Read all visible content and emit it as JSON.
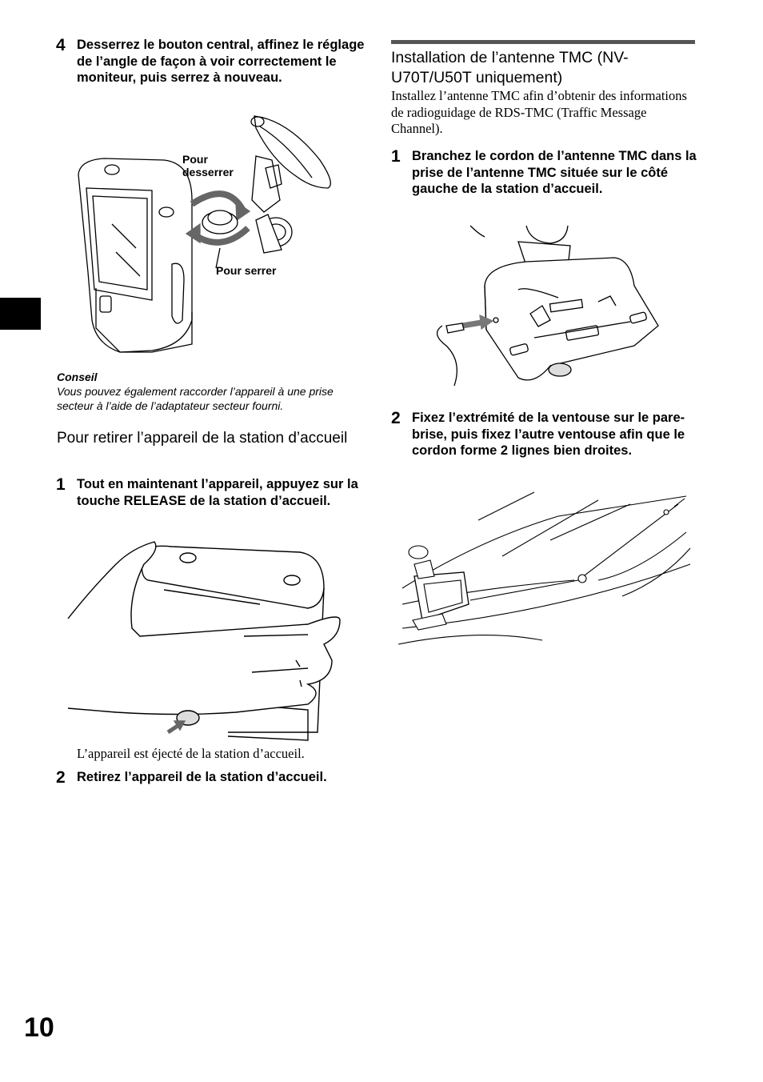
{
  "left": {
    "step4": {
      "num": "4",
      "text": "Desserrez le bouton central, affinez le réglage de l’angle de façon à voir correctement le moniteur, puis serrez à nouveau."
    },
    "fig1": {
      "label_loosen": "Pour desserrer",
      "label_loosen_1": "Pour",
      "label_loosen_2": "desserrer",
      "label_tighten": "Pour serrer"
    },
    "tip": {
      "title": "Conseil",
      "text": "Vous pouvez également raccorder l’appareil à une prise secteur à l’aide de l’adaptateur secteur fourni."
    },
    "section": {
      "title": "Pour retirer l’appareil de la station d’accueil"
    },
    "step1": {
      "num": "1",
      "text": "Tout en maintenant l’appareil, appuyez sur la touche RELEASE de la station d’accueil."
    },
    "result": "L’appareil est éjecté de la station d’accueil.",
    "step2": {
      "num": "2",
      "text": "Retirez l’appareil de la station d’accueil."
    }
  },
  "right": {
    "section": {
      "title": "Installation de l’antenne TMC (NV-U70T/U50T uniquement)"
    },
    "intro": "Installez l’antenne TMC afin d’obtenir des informations de radioguidage de RDS-TMC (Traffic Message Channel).",
    "step1": {
      "num": "1",
      "text": "Branchez le cordon de l’antenne TMC dans la prise de l’antenne TMC située sur le côté gauche de la station d’accueil."
    },
    "step2": {
      "num": "2",
      "text": "Fixez l’extrémité de la ventouse sur le pare-brise, puis fixez l’autre ventouse afin que le cordon forme 2 lignes bien droites."
    }
  },
  "footer": {
    "page_number": "10"
  }
}
